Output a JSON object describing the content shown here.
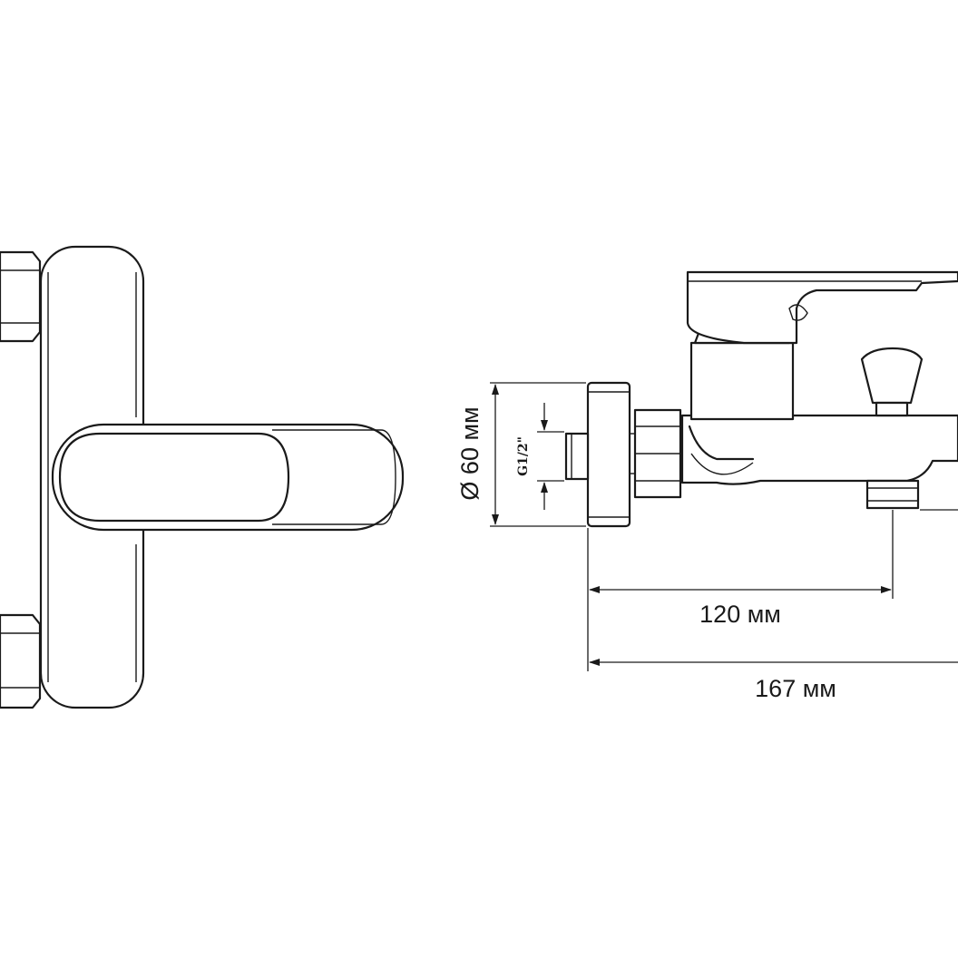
{
  "dimensions": {
    "diameter": "Ø 60 мм",
    "thread": "G1/2\"",
    "spout_offset": "120 мм",
    "total_depth": "167 мм"
  }
}
